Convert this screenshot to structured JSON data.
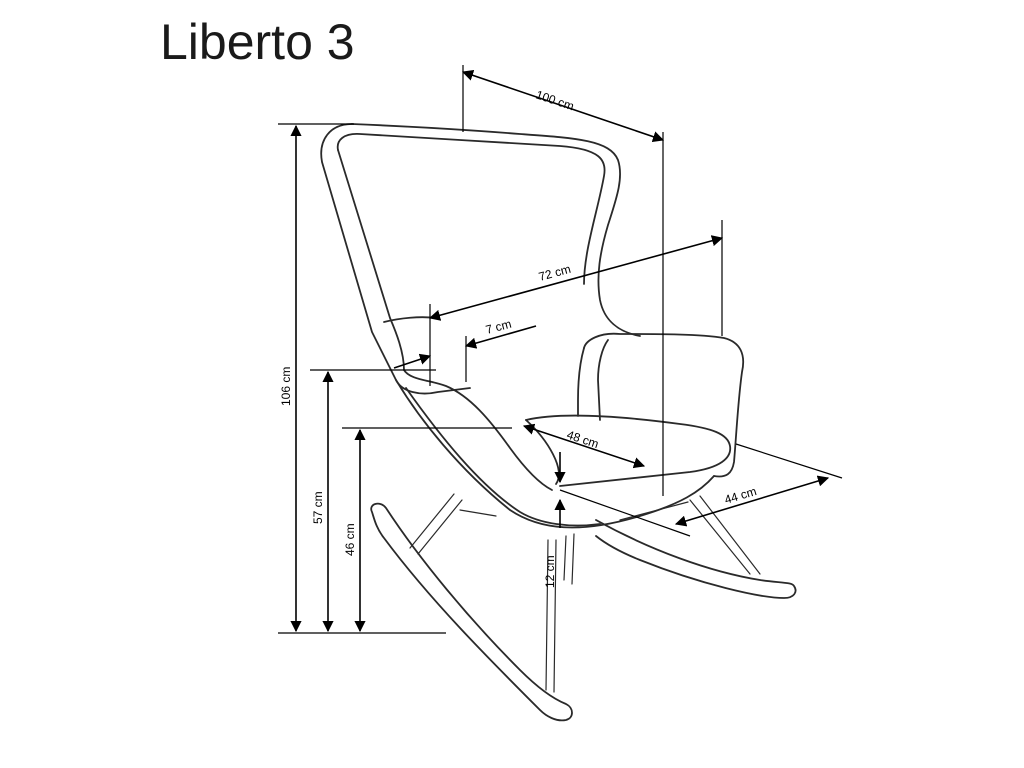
{
  "title": "Liberto 3",
  "dimensions": {
    "width": "100 cm",
    "seat_width": "72 cm",
    "armrest_width": "7 cm",
    "seat_depth": "48 cm",
    "depth": "44 cm",
    "total_height": "106 cm",
    "armrest_height": "57 cm",
    "seat_height": "46 cm",
    "leg_clearance": "12 cm"
  },
  "colors": {
    "line": "#2a2a2a",
    "dimension": "#000000"
  }
}
